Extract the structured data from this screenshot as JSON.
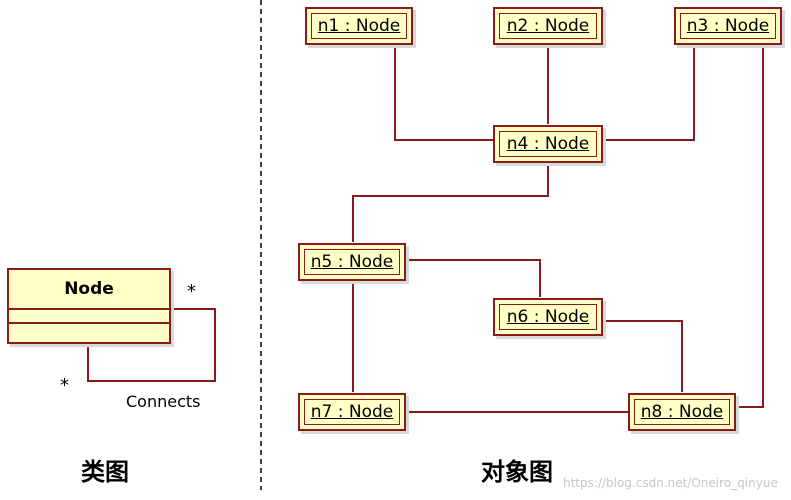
{
  "class_diagram": {
    "class_name": "Node",
    "multiplicity_left": "*",
    "multiplicity_right": "*",
    "association_label": "Connects",
    "caption": "类图"
  },
  "object_diagram": {
    "caption": "对象图",
    "objects": [
      "n1 : Node",
      "n2 : Node",
      "n3 : Node",
      "n4 : Node",
      "n5 : Node",
      "n6 : Node",
      "n7 : Node",
      "n8 : Node"
    ]
  },
  "watermark": "https://blog.csdn.net/Oneiro_qinyue",
  "colors": {
    "box_fill": "#ffffc6",
    "border": "#8b1a1a"
  }
}
